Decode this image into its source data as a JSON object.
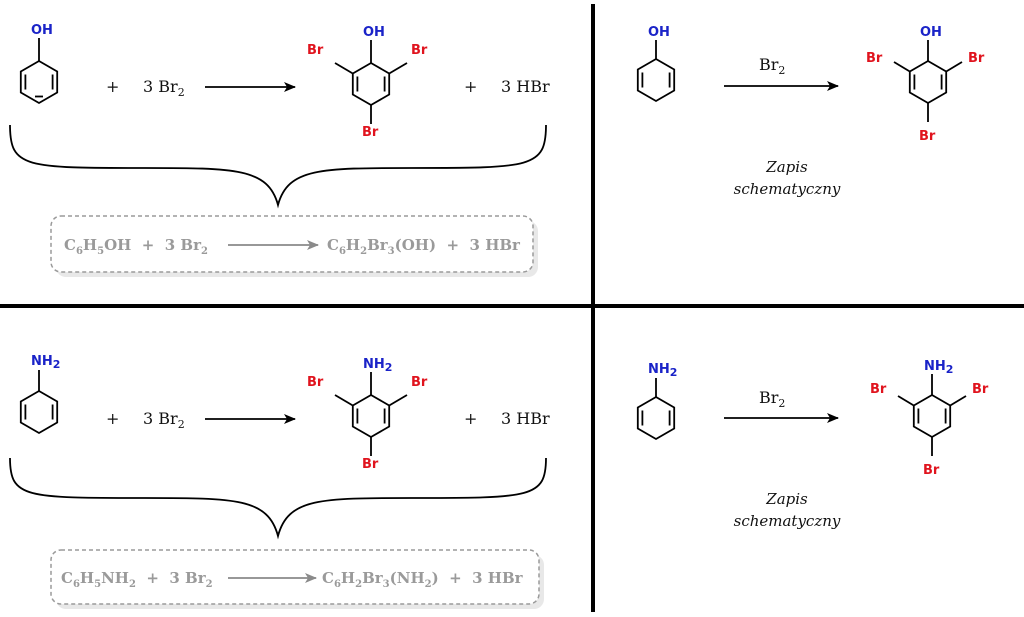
{
  "quadrants": [
    {
      "id": "phenol-full",
      "reactant": {
        "substituent": "OH"
      },
      "plus1": "+",
      "reagent": {
        "coef": "3",
        "formula": "Br",
        "sub": "2"
      },
      "product": {
        "top": "OH",
        "left": "Br",
        "right": "Br",
        "bottom": "Br"
      },
      "plus2": "+",
      "byproduct": "3 HBr",
      "summary": {
        "lhs": [
          {
            "t": "C"
          },
          {
            "t": "6",
            "sub": true
          },
          {
            "t": "H"
          },
          {
            "t": "5",
            "sub": true
          },
          {
            "t": "OH  +  3 Br"
          },
          {
            "t": "2",
            "sub": true
          }
        ],
        "rhs": [
          {
            "t": "C"
          },
          {
            "t": "6",
            "sub": true
          },
          {
            "t": "H"
          },
          {
            "t": "2",
            "sub": true
          },
          {
            "t": "Br"
          },
          {
            "t": "3",
            "sub": true
          },
          {
            "t": "(OH)  +  3 HBr"
          }
        ]
      }
    },
    {
      "id": "phenol-schematic",
      "reactant": {
        "substituent": "OH"
      },
      "arrow_label": {
        "formula": "Br",
        "sub": "2"
      },
      "product": {
        "top": "OH",
        "left": "Br",
        "right": "Br",
        "bottom": "Br"
      },
      "note_line1": "Zapis",
      "note_line2": "schematyczny"
    },
    {
      "id": "aniline-full",
      "reactant": {
        "substituent": "NH",
        "sub": "2"
      },
      "plus1": "+",
      "reagent": {
        "coef": "3",
        "formula": "Br",
        "sub": "2"
      },
      "product": {
        "top": "NH",
        "top_sub": "2",
        "left": "Br",
        "right": "Br",
        "bottom": "Br"
      },
      "plus2": "+",
      "byproduct": "3 HBr",
      "summary": {
        "lhs": [
          {
            "t": "C"
          },
          {
            "t": "6",
            "sub": true
          },
          {
            "t": "H"
          },
          {
            "t": "5",
            "sub": true
          },
          {
            "t": "NH"
          },
          {
            "t": "2",
            "sub": true
          },
          {
            "t": "  +  3 Br"
          },
          {
            "t": "2",
            "sub": true
          }
        ],
        "rhs": [
          {
            "t": "C"
          },
          {
            "t": "6",
            "sub": true
          },
          {
            "t": "H"
          },
          {
            "t": "2",
            "sub": true
          },
          {
            "t": "Br"
          },
          {
            "t": "3",
            "sub": true
          },
          {
            "t": "(NH"
          },
          {
            "t": "2",
            "sub": true
          },
          {
            "t": ")  +  3 HBr"
          }
        ]
      }
    },
    {
      "id": "aniline-schematic",
      "reactant": {
        "substituent": "NH",
        "sub": "2"
      },
      "arrow_label": {
        "formula": "Br",
        "sub": "2"
      },
      "product": {
        "top": "NH",
        "top_sub": "2",
        "left": "Br",
        "right": "Br",
        "bottom": "Br"
      },
      "note_line1": "Zapis",
      "note_line2": "schematyczny"
    }
  ]
}
